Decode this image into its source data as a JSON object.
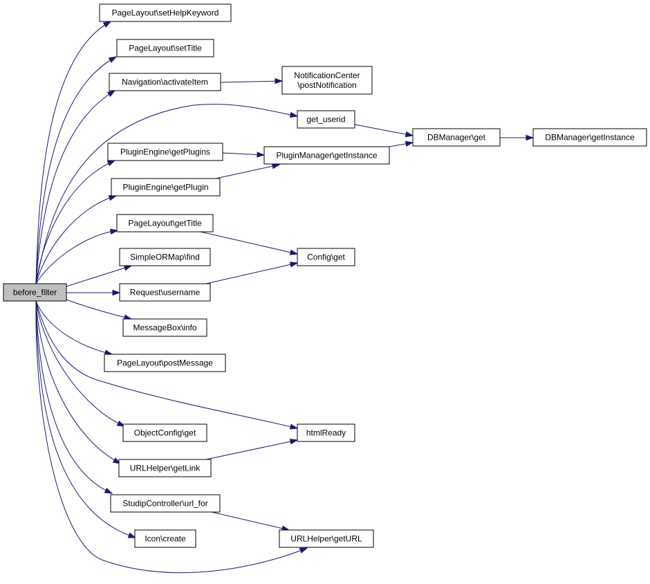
{
  "nodes": [
    {
      "id": "before_filter",
      "lines": [
        "before_filter"
      ],
      "root": true
    },
    {
      "id": "setHelpKeyword",
      "lines": [
        "PageLayout\\setHelpKeyword"
      ]
    },
    {
      "id": "setTitle",
      "lines": [
        "PageLayout\\setTitle"
      ]
    },
    {
      "id": "activateItem",
      "lines": [
        "Navigation\\activateItem"
      ]
    },
    {
      "id": "postNotification",
      "lines": [
        "NotificationCenter",
        "\\postNotification"
      ]
    },
    {
      "id": "get_userid",
      "lines": [
        "get_userid"
      ]
    },
    {
      "id": "dbget",
      "lines": [
        "DBManager\\get"
      ]
    },
    {
      "id": "dbgetInstance",
      "lines": [
        "DBManager\\getInstance"
      ]
    },
    {
      "id": "getPlugins",
      "lines": [
        "PluginEngine\\getPlugins"
      ]
    },
    {
      "id": "pmgetInstance",
      "lines": [
        "PluginManager\\getInstance"
      ]
    },
    {
      "id": "getPlugin",
      "lines": [
        "PluginEngine\\getPlugin"
      ]
    },
    {
      "id": "getTitle",
      "lines": [
        "PageLayout\\getTitle"
      ]
    },
    {
      "id": "configget",
      "lines": [
        "Config\\get"
      ]
    },
    {
      "id": "find",
      "lines": [
        "SimpleORMap\\find"
      ]
    },
    {
      "id": "username",
      "lines": [
        "Request\\username"
      ]
    },
    {
      "id": "info",
      "lines": [
        "MessageBox\\info"
      ]
    },
    {
      "id": "postMessage",
      "lines": [
        "PageLayout\\postMessage"
      ]
    },
    {
      "id": "htmlReady",
      "lines": [
        "htmlReady"
      ]
    },
    {
      "id": "ocget",
      "lines": [
        "ObjectConfig\\get"
      ]
    },
    {
      "id": "getLink",
      "lines": [
        "URLHelper\\getLink"
      ]
    },
    {
      "id": "url_for",
      "lines": [
        "StudipController\\url_for"
      ]
    },
    {
      "id": "create",
      "lines": [
        "Icon\\create"
      ]
    },
    {
      "id": "getURL",
      "lines": [
        "URLHelper\\getURL"
      ]
    }
  ],
  "edges": [
    {
      "from": "before_filter",
      "to": "setHelpKeyword"
    },
    {
      "from": "before_filter",
      "to": "setTitle"
    },
    {
      "from": "before_filter",
      "to": "activateItem"
    },
    {
      "from": "before_filter",
      "to": "get_userid"
    },
    {
      "from": "before_filter",
      "to": "getPlugins"
    },
    {
      "from": "before_filter",
      "to": "getPlugin"
    },
    {
      "from": "before_filter",
      "to": "getTitle"
    },
    {
      "from": "before_filter",
      "to": "find"
    },
    {
      "from": "before_filter",
      "to": "username"
    },
    {
      "from": "before_filter",
      "to": "info"
    },
    {
      "from": "before_filter",
      "to": "postMessage"
    },
    {
      "from": "before_filter",
      "to": "htmlReady"
    },
    {
      "from": "before_filter",
      "to": "ocget"
    },
    {
      "from": "before_filter",
      "to": "getLink"
    },
    {
      "from": "before_filter",
      "to": "url_for"
    },
    {
      "from": "before_filter",
      "to": "create"
    },
    {
      "from": "before_filter",
      "to": "getURL"
    },
    {
      "from": "activateItem",
      "to": "postNotification"
    },
    {
      "from": "get_userid",
      "to": "dbget"
    },
    {
      "from": "dbget",
      "to": "dbgetInstance"
    },
    {
      "from": "getPlugins",
      "to": "pmgetInstance"
    },
    {
      "from": "getPlugin",
      "to": "pmgetInstance"
    },
    {
      "from": "pmgetInstance",
      "to": "dbget"
    },
    {
      "from": "getTitle",
      "to": "configget"
    },
    {
      "from": "username",
      "to": "configget"
    },
    {
      "from": "getLink",
      "to": "htmlReady"
    },
    {
      "from": "url_for",
      "to": "getURL"
    }
  ]
}
